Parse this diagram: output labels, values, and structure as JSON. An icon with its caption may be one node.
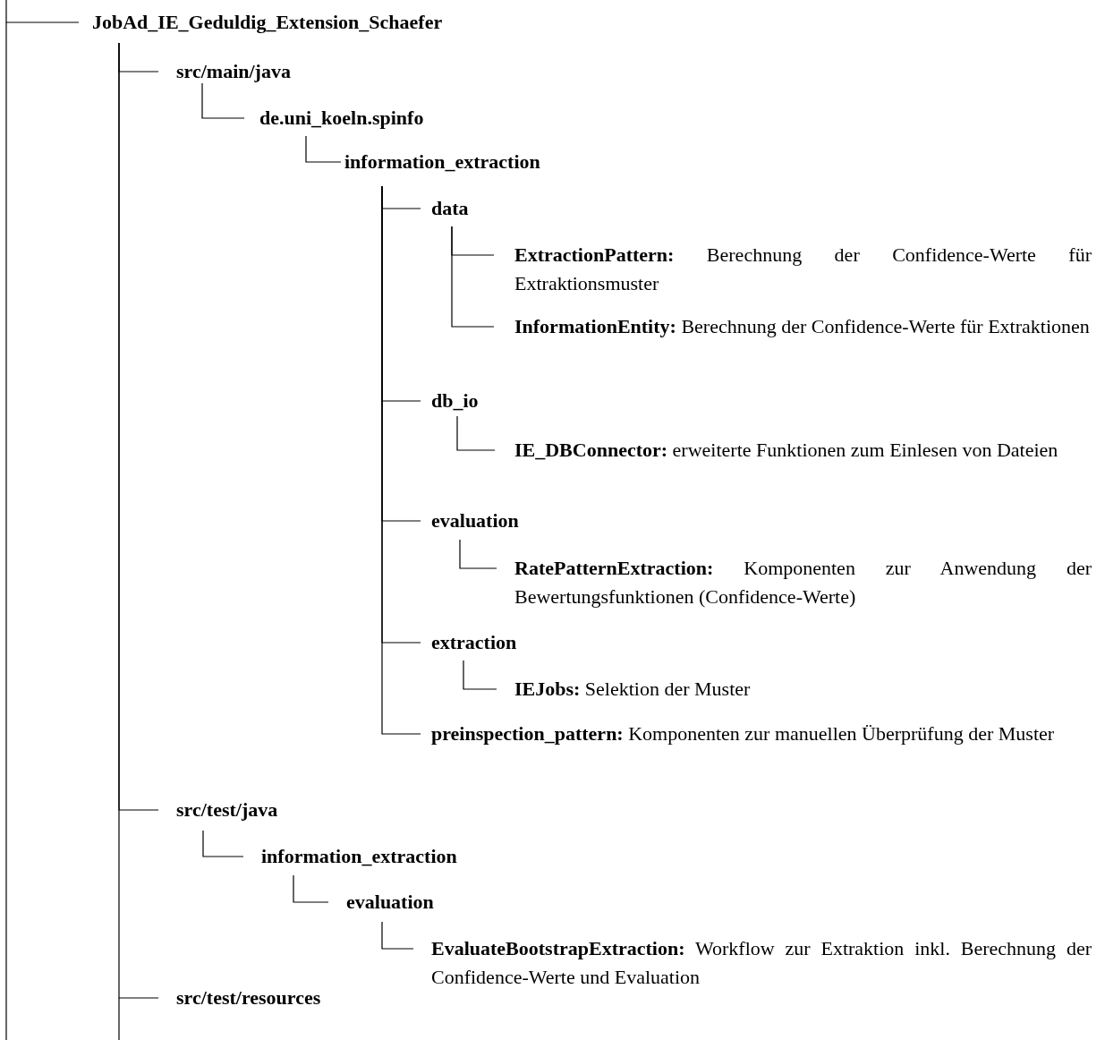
{
  "diagram": {
    "nodes": [
      {
        "text": [
          "JobAd_IE_Geduldig_Extension_Schaefer"
        ]
      },
      {
        "text": [
          "src/main/java"
        ]
      },
      {
        "text": [
          "de.uni_koeln.spinfo"
        ]
      },
      {
        "text": [
          "information_extraction"
        ]
      },
      {
        "text": [
          "data"
        ]
      },
      {
        "text": [
          "**ExtractionPattern:** Berechnung der Confidence-Werte für Extraktionsmuster"
        ]
      },
      {
        "text": [
          "**InformationEntity:** Berechnung der Confidence-Werte für Extraktionen"
        ]
      },
      {
        "text": [
          "db_io"
        ]
      },
      {
        "text": [
          "**IE_DBConnector:** erweiterte Funktionen zum Einlesen von Dateien"
        ]
      },
      {
        "text": [
          "evaluation"
        ]
      },
      {
        "text": [
          "**RatePatternExtraction:** Komponenten zur Anwendung der Bewertungsfunktionen (Confidence-Werte)"
        ]
      },
      {
        "text": [
          "extraction"
        ]
      },
      {
        "text": [
          "**IEJobs:** Selektion der Muster"
        ]
      },
      {
        "text": [
          "**preinspection_pattern:** Komponenten zur manuellen Überprüfung der Muster"
        ]
      },
      {
        "text": [
          "src/test/java"
        ]
      },
      {
        "text": [
          "information_extraction"
        ]
      },
      {
        "text": [
          "evaluation"
        ]
      },
      {
        "text": [
          "**EvaluateBootstrapExtraction:** Workflow zur Extraktion inkl. Berechnung der Confidence-Werte und Evaluation"
        ]
      },
      {
        "text": [
          "src/test/resources"
        ]
      }
    ],
    "edges": [
      {
        "from": null,
        "to": 0,
        "arrow": "none"
      },
      {
        "from": 0,
        "to": 1,
        "arrow": "none"
      },
      {
        "from": 1,
        "to": 2,
        "arrow": "none"
      },
      {
        "from": 2,
        "to": 3,
        "arrow": "none"
      },
      {
        "from": 3,
        "to": 4,
        "arrow": "none"
      },
      {
        "from": 4,
        "to": 5,
        "arrow": "none"
      },
      {
        "from": 4,
        "to": 6,
        "arrow": "none"
      },
      {
        "from": 3,
        "to": 7,
        "arrow": "none"
      },
      {
        "from": 7,
        "to": 8,
        "arrow": "none"
      },
      {
        "from": 3,
        "to": 9,
        "arrow": "none"
      },
      {
        "from": 9,
        "to": 10,
        "arrow": "none"
      },
      {
        "from": 3,
        "to": 11,
        "arrow": "none"
      },
      {
        "from": 11,
        "to": 12,
        "arrow": "none"
      },
      {
        "from": 3,
        "to": 13,
        "arrow": "none"
      },
      {
        "from": 0,
        "to": 14,
        "arrow": "none"
      },
      {
        "from": 14,
        "to": 15,
        "arrow": "none"
      },
      {
        "from": 15,
        "to": 16,
        "arrow": "none"
      },
      {
        "from": 16,
        "to": 17,
        "arrow": "none"
      },
      {
        "from": 0,
        "to": 18,
        "arrow": "none"
      }
    ]
  }
}
